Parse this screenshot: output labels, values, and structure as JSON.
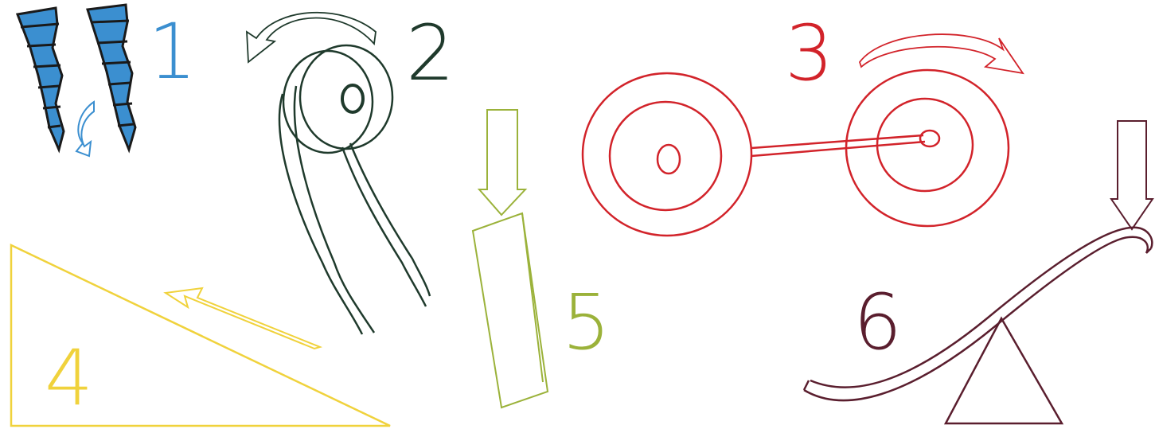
{
  "machines": [
    {
      "number": "1",
      "machine": "screw",
      "color": "#3b8fd0"
    },
    {
      "number": "2",
      "machine": "pulley",
      "color": "#1f3a2c"
    },
    {
      "number": "3",
      "machine": "wheel-and-axle",
      "color": "#d2232a"
    },
    {
      "number": "4",
      "machine": "inclined-plane",
      "color": "#f0d23c"
    },
    {
      "number": "5",
      "machine": "wedge",
      "color": "#9bb23a"
    },
    {
      "number": "6",
      "machine": "lever",
      "color": "#5a1e2e"
    }
  ]
}
